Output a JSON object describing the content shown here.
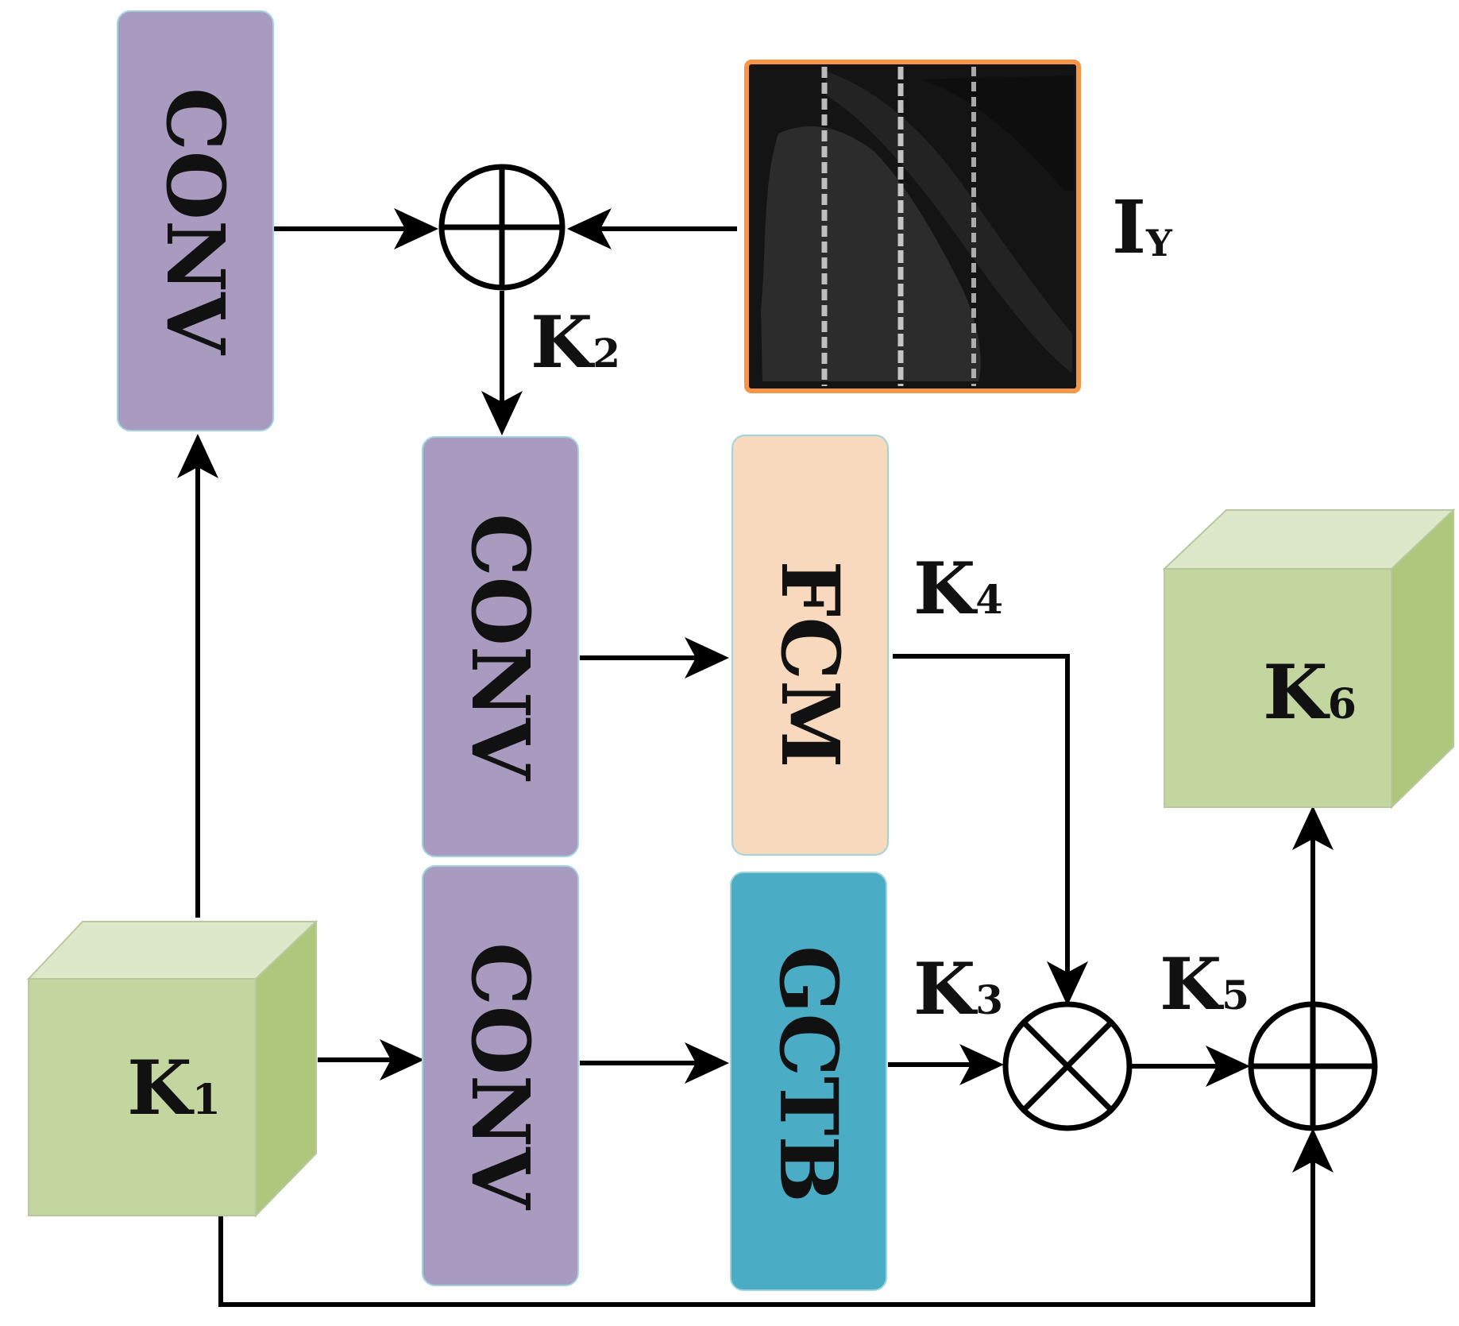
{
  "blocks": {
    "conv_top": "CONV",
    "conv_mid": "CONV",
    "conv_bottom": "CONV",
    "fcm": "FCM",
    "gctb": "GCTB"
  },
  "labels": {
    "iy_main": "I",
    "iy_sub": "Y",
    "k1_main": "K",
    "k1_sub": "1",
    "k2_main": "K",
    "k2_sub": "2",
    "k3_main": "K",
    "k3_sub": "3",
    "k4_main": "K",
    "k4_sub": "4",
    "k5_main": "K",
    "k5_sub": "5",
    "k6_main": "K",
    "k6_sub": "6"
  },
  "colors": {
    "conv": "#a99bc0",
    "fcm": "#f9d9bd",
    "gctb": "#4bacc6",
    "cube_front": "#c4d6a0",
    "cube_top": "#dde8cb",
    "cube_side": "#afc77d",
    "image_border": "#f79646",
    "image_bg": "#141414"
  }
}
